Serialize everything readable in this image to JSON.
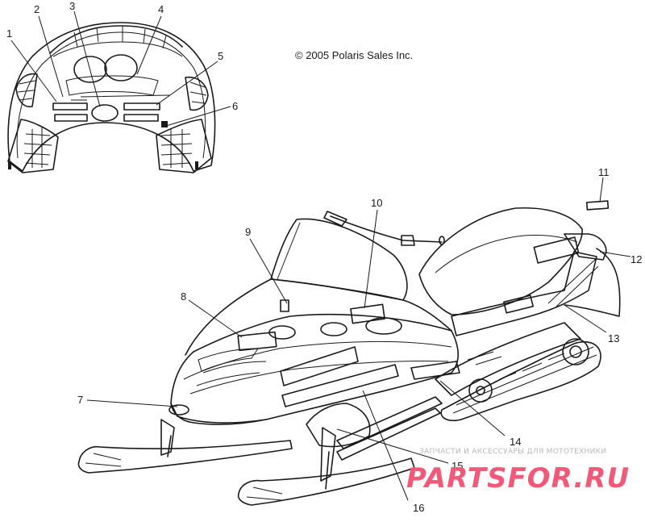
{
  "copyright": "© 2005 Polaris Sales Inc.",
  "watermark": {
    "tagline": "ЗАПЧАСТИ И АКСЕССУАРЫ ДЛЯ МОТОТЕХНИКИ",
    "brand": "PARTSFOR.RU"
  },
  "callouts": [
    {
      "id": "1",
      "label": "1"
    },
    {
      "id": "2",
      "label": "2"
    },
    {
      "id": "3",
      "label": "3"
    },
    {
      "id": "4",
      "label": "4"
    },
    {
      "id": "5",
      "label": "5"
    },
    {
      "id": "6",
      "label": "6"
    },
    {
      "id": "7",
      "label": "7"
    },
    {
      "id": "8",
      "label": "8"
    },
    {
      "id": "9",
      "label": "9"
    },
    {
      "id": "10",
      "label": "10"
    },
    {
      "id": "11",
      "label": "11"
    },
    {
      "id": "12",
      "label": "12"
    },
    {
      "id": "13",
      "label": "13"
    },
    {
      "id": "14",
      "label": "14"
    },
    {
      "id": "15",
      "label": "15"
    },
    {
      "id": "16",
      "label": "16"
    }
  ]
}
